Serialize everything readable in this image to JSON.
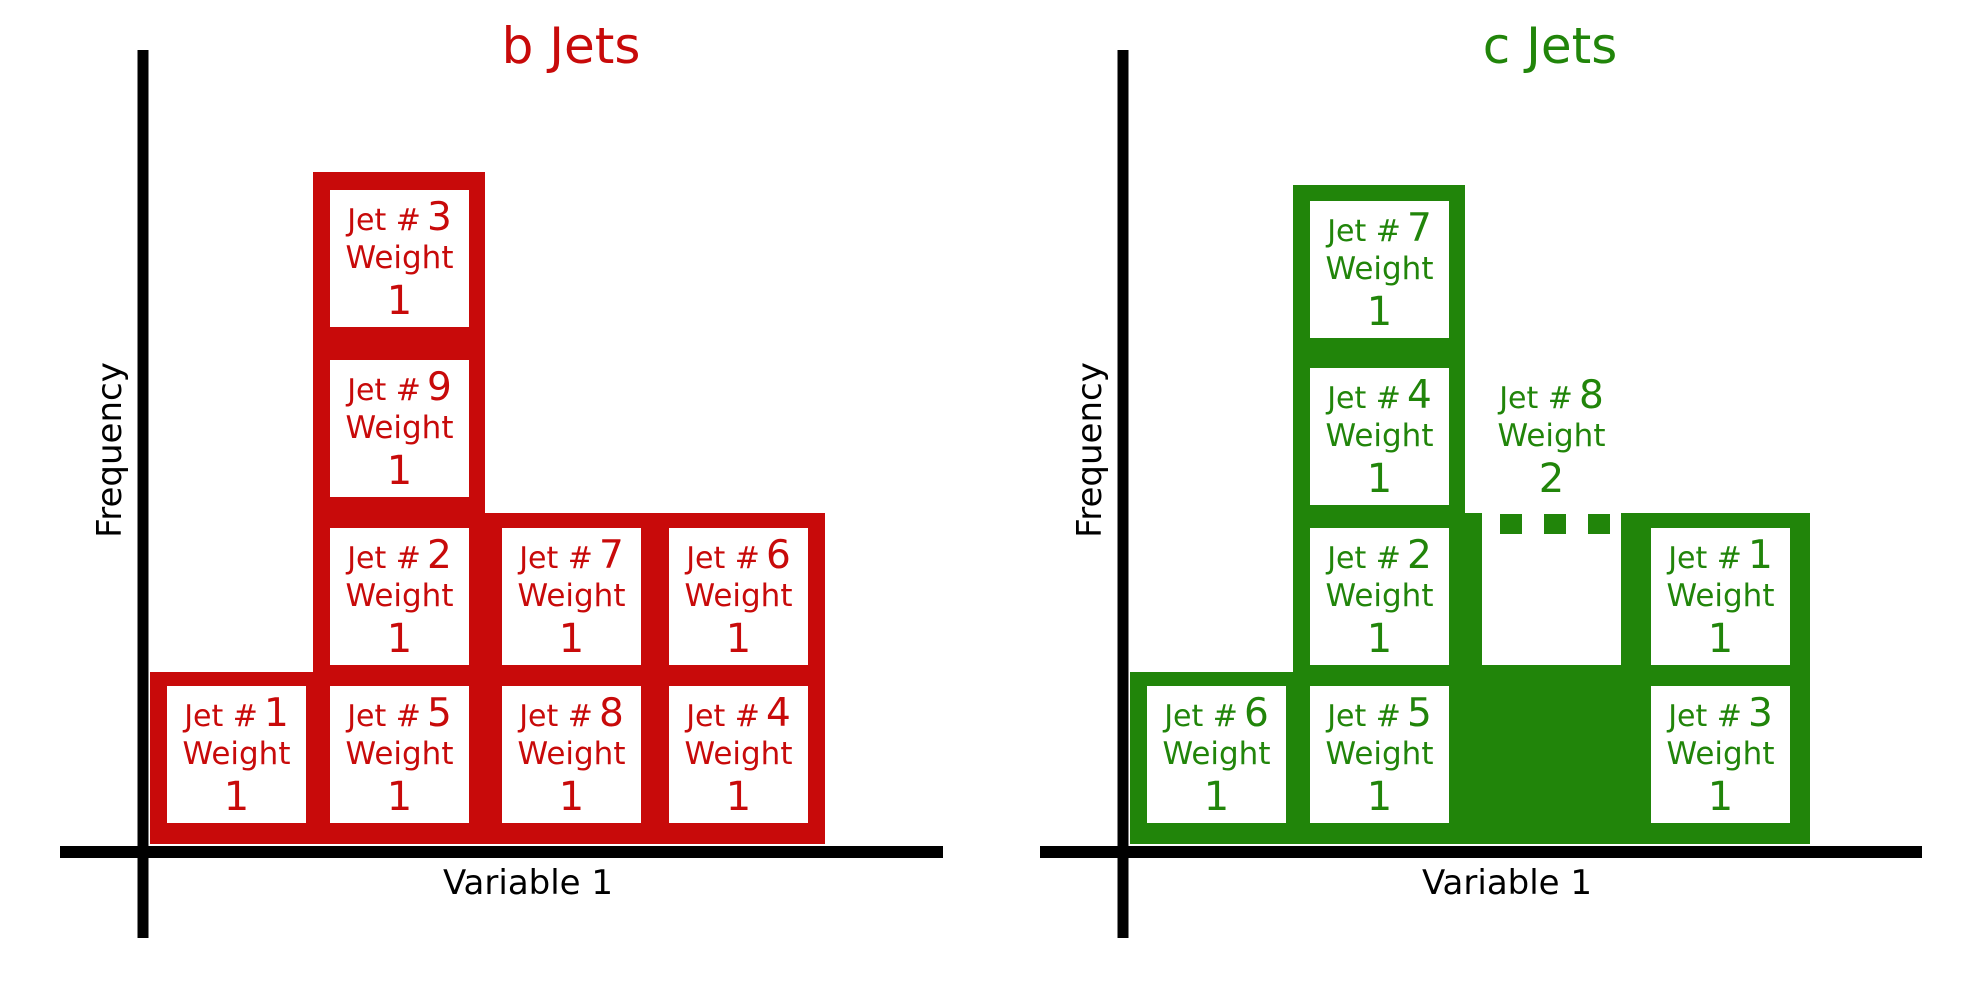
{
  "panels": [
    {
      "id": "b",
      "title": "b Jets",
      "color": "#c80a0a",
      "ylabel": "Frequency",
      "xlabel": "Variable 1",
      "boxes": [
        {
          "column": 1,
          "level": 1,
          "jet_prefix": "Jet #",
          "jet_number": "1",
          "weight_label": "Weight",
          "weight": "1"
        },
        {
          "column": 2,
          "level": 1,
          "jet_prefix": "Jet #",
          "jet_number": "5",
          "weight_label": "Weight",
          "weight": "1"
        },
        {
          "column": 3,
          "level": 1,
          "jet_prefix": "Jet #",
          "jet_number": "8",
          "weight_label": "Weight",
          "weight": "1"
        },
        {
          "column": 4,
          "level": 1,
          "jet_prefix": "Jet #",
          "jet_number": "4",
          "weight_label": "Weight",
          "weight": "1"
        },
        {
          "column": 2,
          "level": 2,
          "jet_prefix": "Jet #",
          "jet_number": "2",
          "weight_label": "Weight",
          "weight": "1"
        },
        {
          "column": 3,
          "level": 2,
          "jet_prefix": "Jet #",
          "jet_number": "7",
          "weight_label": "Weight",
          "weight": "1"
        },
        {
          "column": 4,
          "level": 2,
          "jet_prefix": "Jet #",
          "jet_number": "6",
          "weight_label": "Weight",
          "weight": "1"
        },
        {
          "column": 2,
          "level": 3,
          "jet_prefix": "Jet #",
          "jet_number": "9",
          "weight_label": "Weight",
          "weight": "1"
        },
        {
          "column": 2,
          "level": 4,
          "jet_prefix": "Jet #",
          "jet_number": "3",
          "weight_label": "Weight",
          "weight": "1"
        }
      ]
    },
    {
      "id": "c",
      "title": "c Jets",
      "color": "#21850a",
      "ylabel": "Frequency",
      "xlabel": "Variable 1",
      "boxes": [
        {
          "column": 1,
          "level": 1,
          "jet_prefix": "Jet #",
          "jet_number": "6",
          "weight_label": "Weight",
          "weight": "1"
        },
        {
          "column": 2,
          "level": 1,
          "jet_prefix": "Jet #",
          "jet_number": "5",
          "weight_label": "Weight",
          "weight": "1"
        },
        {
          "column": 4,
          "level": 1,
          "jet_prefix": "Jet #",
          "jet_number": "3",
          "weight_label": "Weight",
          "weight": "1"
        },
        {
          "column": 2,
          "level": 2,
          "jet_prefix": "Jet #",
          "jet_number": "2",
          "weight_label": "Weight",
          "weight": "1"
        },
        {
          "column": 3,
          "level": 2,
          "span": 2,
          "jet_prefix": "Jet #",
          "jet_number": "8",
          "weight_label": "Weight",
          "weight": "2"
        },
        {
          "column": 4,
          "level": 2,
          "jet_prefix": "Jet #",
          "jet_number": "1",
          "weight_label": "Weight",
          "weight": "1"
        },
        {
          "column": 2,
          "level": 3,
          "jet_prefix": "Jet #",
          "jet_number": "4",
          "weight_label": "Weight",
          "weight": "1"
        },
        {
          "column": 2,
          "level": 4,
          "jet_prefix": "Jet #",
          "jet_number": "7",
          "weight_label": "Weight",
          "weight": "1"
        }
      ]
    }
  ]
}
